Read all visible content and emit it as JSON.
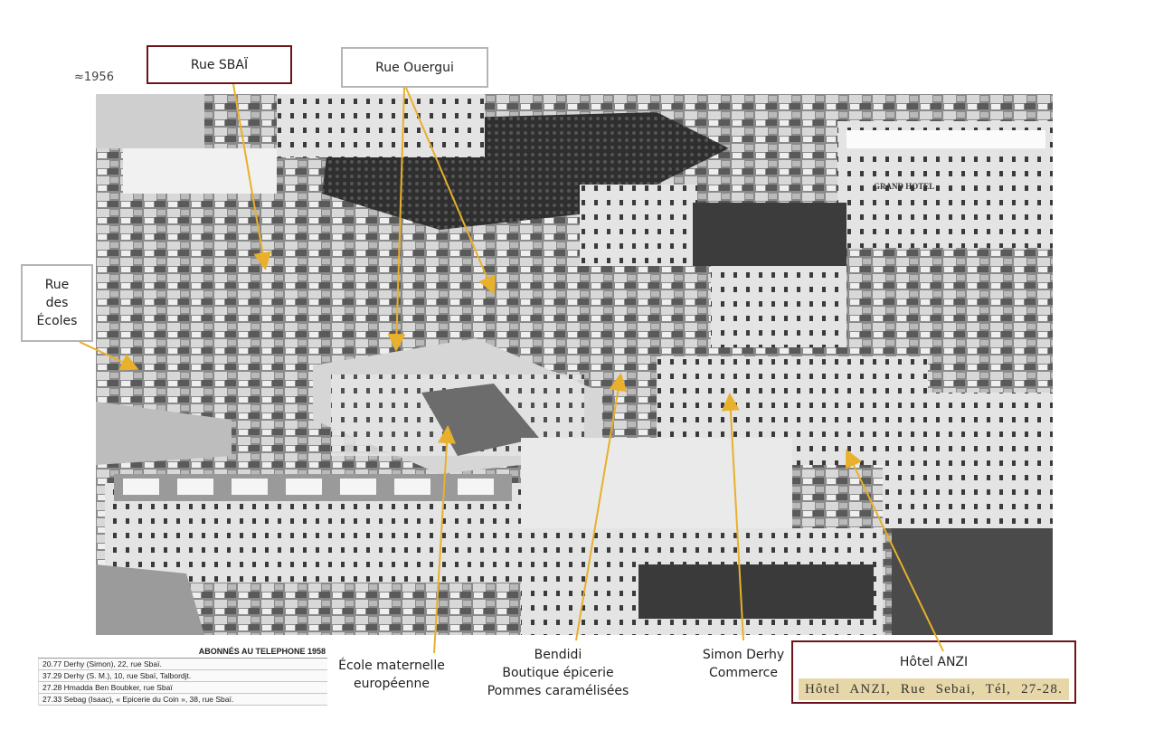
{
  "date": "≈1956",
  "labels": {
    "rue_sbai": "Rue SBAÏ",
    "rue_ouergui": "Rue Ouergui",
    "rue_ecoles_1": "Rue",
    "rue_ecoles_2": "des",
    "rue_ecoles_3": "Écoles"
  },
  "captions": {
    "ecole_1": "École maternelle",
    "ecole_2": "européenne",
    "bendidi_1": "Bendidi",
    "bendidi_2": "Boutique épicerie",
    "bendidi_3": "Pommes caramélisées",
    "simon_1": "Simon Derhy",
    "simon_2": "Commerce"
  },
  "hotel": {
    "title": "Hôtel ANZI",
    "clipping": "Hôtel ANZI, Rue Sebai, Tél, 27-28."
  },
  "photo_sign": "GRAND HOTEL",
  "phonebook": {
    "title": "ABONNÉS AU TELEPHONE 1958",
    "rows": [
      "20.77 Derhy (Simon), 22, rue Sbaï.",
      "37.29 Derhy (S. M.), 10, rue Sbaï, Talbordjt.",
      "27.28 Hmadda Ben Boubker, rue Sbaï",
      "27.33 Sebag (Isaac), « Epicerie du Coin », 38, rue Sbaï."
    ]
  },
  "colors": {
    "callout_red": "#6e1416",
    "callout_gray": "#b5b5b5",
    "arrow": "#e8b02b",
    "clipping_bg": "#e6d6a8"
  }
}
